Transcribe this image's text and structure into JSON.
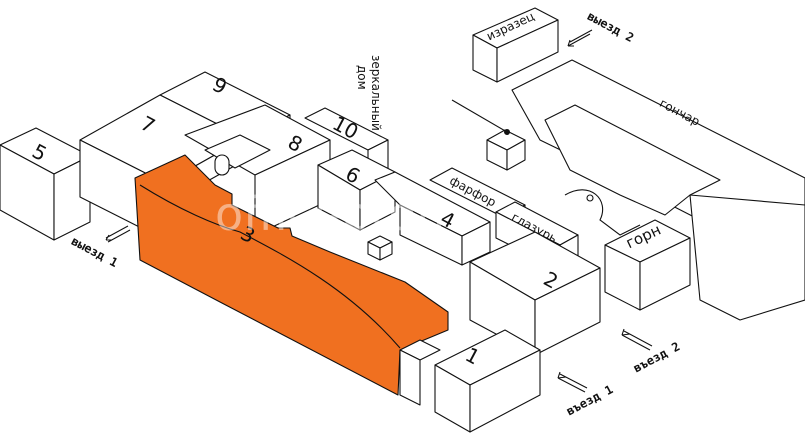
{
  "accent_color": "#f07020",
  "highlighted_building": "3",
  "buildings": [
    {
      "id": "5",
      "label": "5"
    },
    {
      "id": "7",
      "label": "7"
    },
    {
      "id": "9",
      "label": "9"
    },
    {
      "id": "8",
      "label": "8"
    },
    {
      "id": "10",
      "label": "10"
    },
    {
      "id": "6",
      "label": "6"
    },
    {
      "id": "3",
      "label": "3"
    },
    {
      "id": "4",
      "label": "4"
    },
    {
      "id": "2",
      "label": "2"
    },
    {
      "id": "1",
      "label": "1"
    }
  ],
  "named_places": {
    "izrazets": "изразец",
    "mirror_house_line1": "зеркальный",
    "mirror_house_line2": "дом",
    "gonchar": "гончар",
    "farfor": "фарфор",
    "glazur": "глазурь",
    "gorn": "горн"
  },
  "exits": {
    "exit_1": "выезд 1",
    "exit_2": "выезд 2",
    "entry_1": "въезд 1",
    "entry_2": "въезд 2"
  },
  "watermark": "officeprom"
}
